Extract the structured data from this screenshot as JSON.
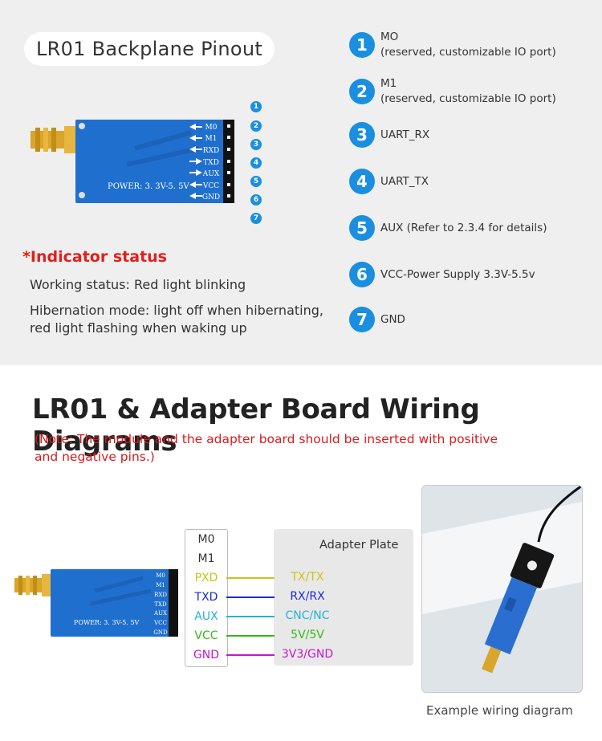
{
  "pinout": {
    "title": "LR01 Backplane Pinout",
    "board_silkscreen": [
      "M0",
      "M1",
      "RXD",
      "TXD",
      "AUX",
      "VCC",
      "GND"
    ],
    "board_power_label": "POWER: 3. 3V-5. 5V",
    "small_numbers": [
      "1",
      "2",
      "3",
      "4",
      "5",
      "6",
      "7"
    ],
    "pins": [
      {
        "num": "1",
        "line1": "MO",
        "line2": "(reserved, customizable IO port)"
      },
      {
        "num": "2",
        "line1": "M1",
        "line2": "(reserved, customizable IO port)"
      },
      {
        "num": "3",
        "line1": "UART_RX",
        "line2": ""
      },
      {
        "num": "4",
        "line1": "UART_TX",
        "line2": ""
      },
      {
        "num": "5",
        "line1": "AUX (Refer to 2.3.4 for details)",
        "line2": ""
      },
      {
        "num": "6",
        "line1": "VCC-Power Supply 3.3V-5.5v",
        "line2": ""
      },
      {
        "num": "7",
        "line1": "GND",
        "line2": ""
      }
    ]
  },
  "indicator": {
    "title": "*Indicator status",
    "working": "Working status: Red light blinking",
    "hibernation_1": "Hibernation mode: light off when hibernating,",
    "hibernation_2": "red light flashing when waking up"
  },
  "wiring": {
    "title": "LR01 & Adapter Board Wiring Diagrams",
    "note_1": "(Note: The module and the adapter board should be inserted with positive",
    "note_2": " and negative pins.)",
    "board_power_label": "POWER: 3. 3V-5. 5V",
    "module_pins": [
      "M0",
      "M1",
      "PXD",
      "TXD",
      "AUX",
      "VCC",
      "GND"
    ],
    "adapter_title": "Adapter Plate",
    "adapter_pins": [
      "TX/TX",
      "RX/RX",
      "CNC/NC",
      "5V/5V",
      "3V3/GND"
    ],
    "colors": {
      "pxd": "#c9c416",
      "txd": "#1a2bd8",
      "aux": "#1fb4d8",
      "vcc": "#35b81a",
      "gnd": "#c318c9"
    },
    "photo_caption": "Example wiring diagram"
  },
  "accent_color": "#1a8fe0"
}
